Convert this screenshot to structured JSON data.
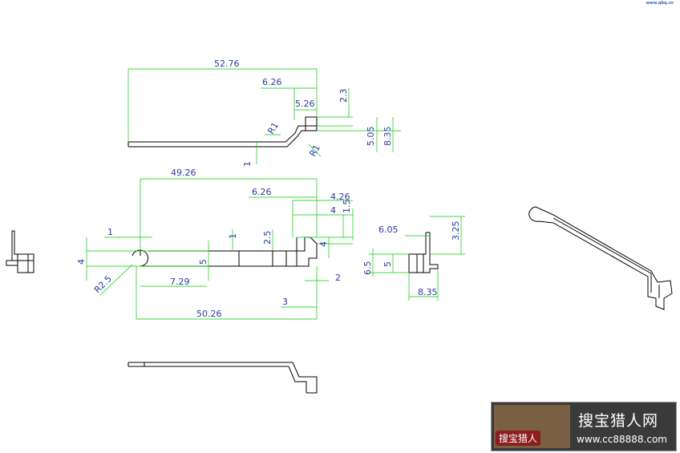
{
  "header": {
    "site_url": "www.qbq.cn"
  },
  "dimensions": {
    "top_view": {
      "overall": "52.76",
      "d1": "6.26",
      "d2": "5.26",
      "d3": "2.3",
      "d4": "8.35",
      "d5": "5.05",
      "r1": "R1",
      "r2": "R1",
      "thick": "1"
    },
    "plan_view": {
      "d1": "49.26",
      "d2": "6.26",
      "d3": "4.26",
      "d4": "4",
      "d5": "1.5",
      "d6": "1",
      "d7": "1",
      "d8": "2.5",
      "d9": "4",
      "d10": "4",
      "d11": "5",
      "d12": "R2.5",
      "d13": "7.29",
      "d14": "2",
      "d15": "3",
      "d16": "50.26"
    },
    "side_view": {
      "d1": "6.05",
      "d2": "3.25",
      "d3": "6.5",
      "d4": "5",
      "d5": "8.35"
    }
  },
  "watermark": {
    "title": "搜宝猎人网",
    "url": "www.cc88888.com",
    "badge": "搜宝猎人"
  },
  "colors": {
    "dimension_line": "#00cc00",
    "outline": "#000000",
    "text": "#2a3aa0"
  }
}
